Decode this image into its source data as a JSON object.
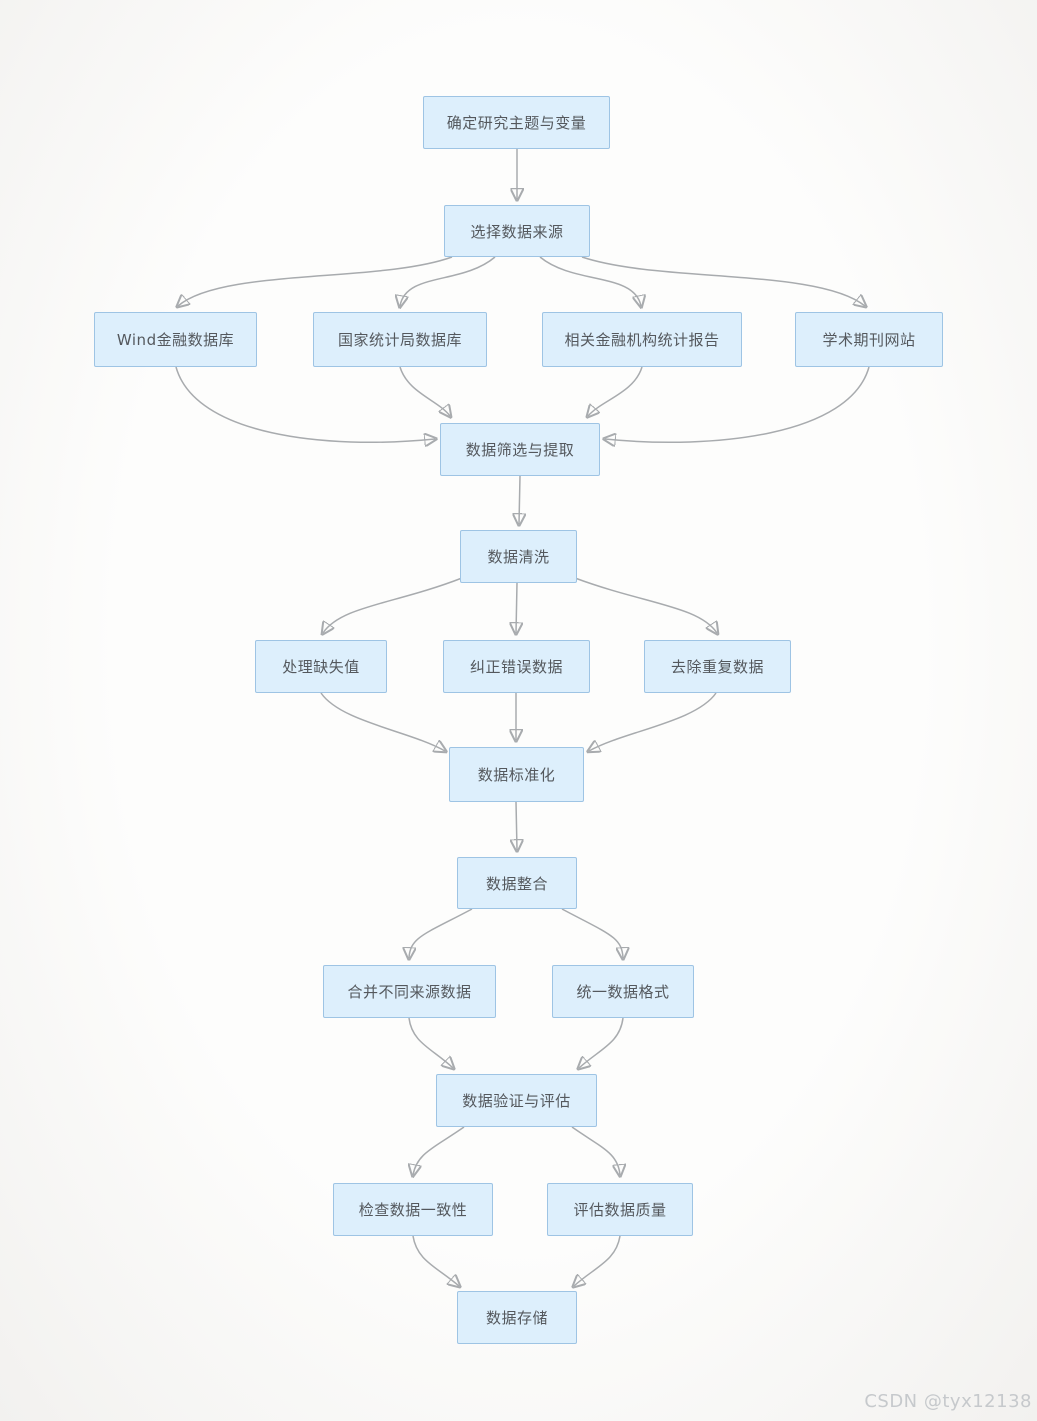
{
  "diagram": {
    "nodes": [
      {
        "id": "define-topic",
        "label": "确定研究主题与变量"
      },
      {
        "id": "select-source",
        "label": "选择数据来源"
      },
      {
        "id": "wind-db",
        "label": "Wind金融数据库"
      },
      {
        "id": "stats-bureau-db",
        "label": "国家统计局数据库"
      },
      {
        "id": "financial-reports",
        "label": "相关金融机构统计报告"
      },
      {
        "id": "academic-sites",
        "label": "学术期刊网站"
      },
      {
        "id": "filter-extract",
        "label": "数据筛选与提取"
      },
      {
        "id": "data-cleaning",
        "label": "数据清洗"
      },
      {
        "id": "missing-values",
        "label": "处理缺失值"
      },
      {
        "id": "correct-errors",
        "label": "纠正错误数据"
      },
      {
        "id": "dedupe",
        "label": "去除重复数据"
      },
      {
        "id": "standardize",
        "label": "数据标准化"
      },
      {
        "id": "integrate",
        "label": "数据整合"
      },
      {
        "id": "merge-sources",
        "label": "合并不同来源数据"
      },
      {
        "id": "unify-format",
        "label": "统一数据格式"
      },
      {
        "id": "validate-evaluate",
        "label": "数据验证与评估"
      },
      {
        "id": "check-consistency",
        "label": "检查数据一致性"
      },
      {
        "id": "assess-quality",
        "label": "评估数据质量"
      },
      {
        "id": "data-storage",
        "label": "数据存储"
      }
    ],
    "edges": [
      {
        "from": "define-topic",
        "to": "select-source"
      },
      {
        "from": "select-source",
        "to": "wind-db"
      },
      {
        "from": "select-source",
        "to": "stats-bureau-db"
      },
      {
        "from": "select-source",
        "to": "financial-reports"
      },
      {
        "from": "select-source",
        "to": "academic-sites"
      },
      {
        "from": "wind-db",
        "to": "filter-extract"
      },
      {
        "from": "stats-bureau-db",
        "to": "filter-extract"
      },
      {
        "from": "financial-reports",
        "to": "filter-extract"
      },
      {
        "from": "academic-sites",
        "to": "filter-extract"
      },
      {
        "from": "filter-extract",
        "to": "data-cleaning"
      },
      {
        "from": "data-cleaning",
        "to": "missing-values"
      },
      {
        "from": "data-cleaning",
        "to": "correct-errors"
      },
      {
        "from": "data-cleaning",
        "to": "dedupe"
      },
      {
        "from": "missing-values",
        "to": "standardize"
      },
      {
        "from": "correct-errors",
        "to": "standardize"
      },
      {
        "from": "dedupe",
        "to": "standardize"
      },
      {
        "from": "standardize",
        "to": "integrate"
      },
      {
        "from": "integrate",
        "to": "merge-sources"
      },
      {
        "from": "integrate",
        "to": "unify-format"
      },
      {
        "from": "merge-sources",
        "to": "validate-evaluate"
      },
      {
        "from": "unify-format",
        "to": "validate-evaluate"
      },
      {
        "from": "validate-evaluate",
        "to": "check-consistency"
      },
      {
        "from": "validate-evaluate",
        "to": "assess-quality"
      },
      {
        "from": "check-consistency",
        "to": "data-storage"
      },
      {
        "from": "assess-quality",
        "to": "data-storage"
      }
    ]
  },
  "watermark": {
    "text": "CSDN @tyx12138"
  },
  "colors": {
    "node_fill": "#ddeffc",
    "node_border": "#9ec4e4",
    "node_text": "#54585d",
    "arrow": "#a8abae",
    "watermark": "#c6c9cc",
    "background": "#fafaf9"
  }
}
